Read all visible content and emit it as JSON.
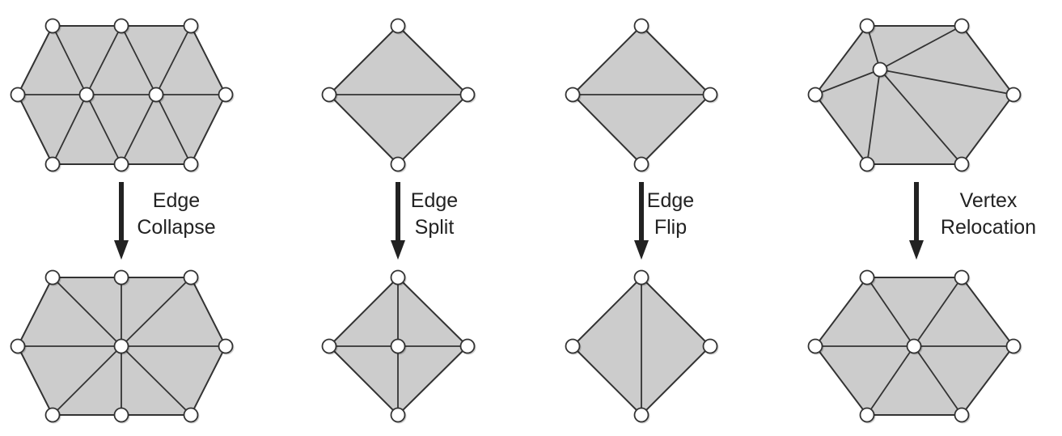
{
  "title": "Mesh operations",
  "colors": {
    "face": "#cccccc",
    "stroke": "#333333",
    "vertex": "#ffffff",
    "arrow": "#222222"
  },
  "operations": [
    {
      "name": "edge-collapse",
      "label_line1": "Edge",
      "label_line2": "Collapse"
    },
    {
      "name": "edge-split",
      "label_line1": "Edge",
      "label_line2": "Split"
    },
    {
      "name": "edge-flip",
      "label_line1": "Edge",
      "label_line2": "Flip"
    },
    {
      "name": "vertex-relocation",
      "label_line1": "Vertex",
      "label_line2": "Relocation"
    }
  ]
}
